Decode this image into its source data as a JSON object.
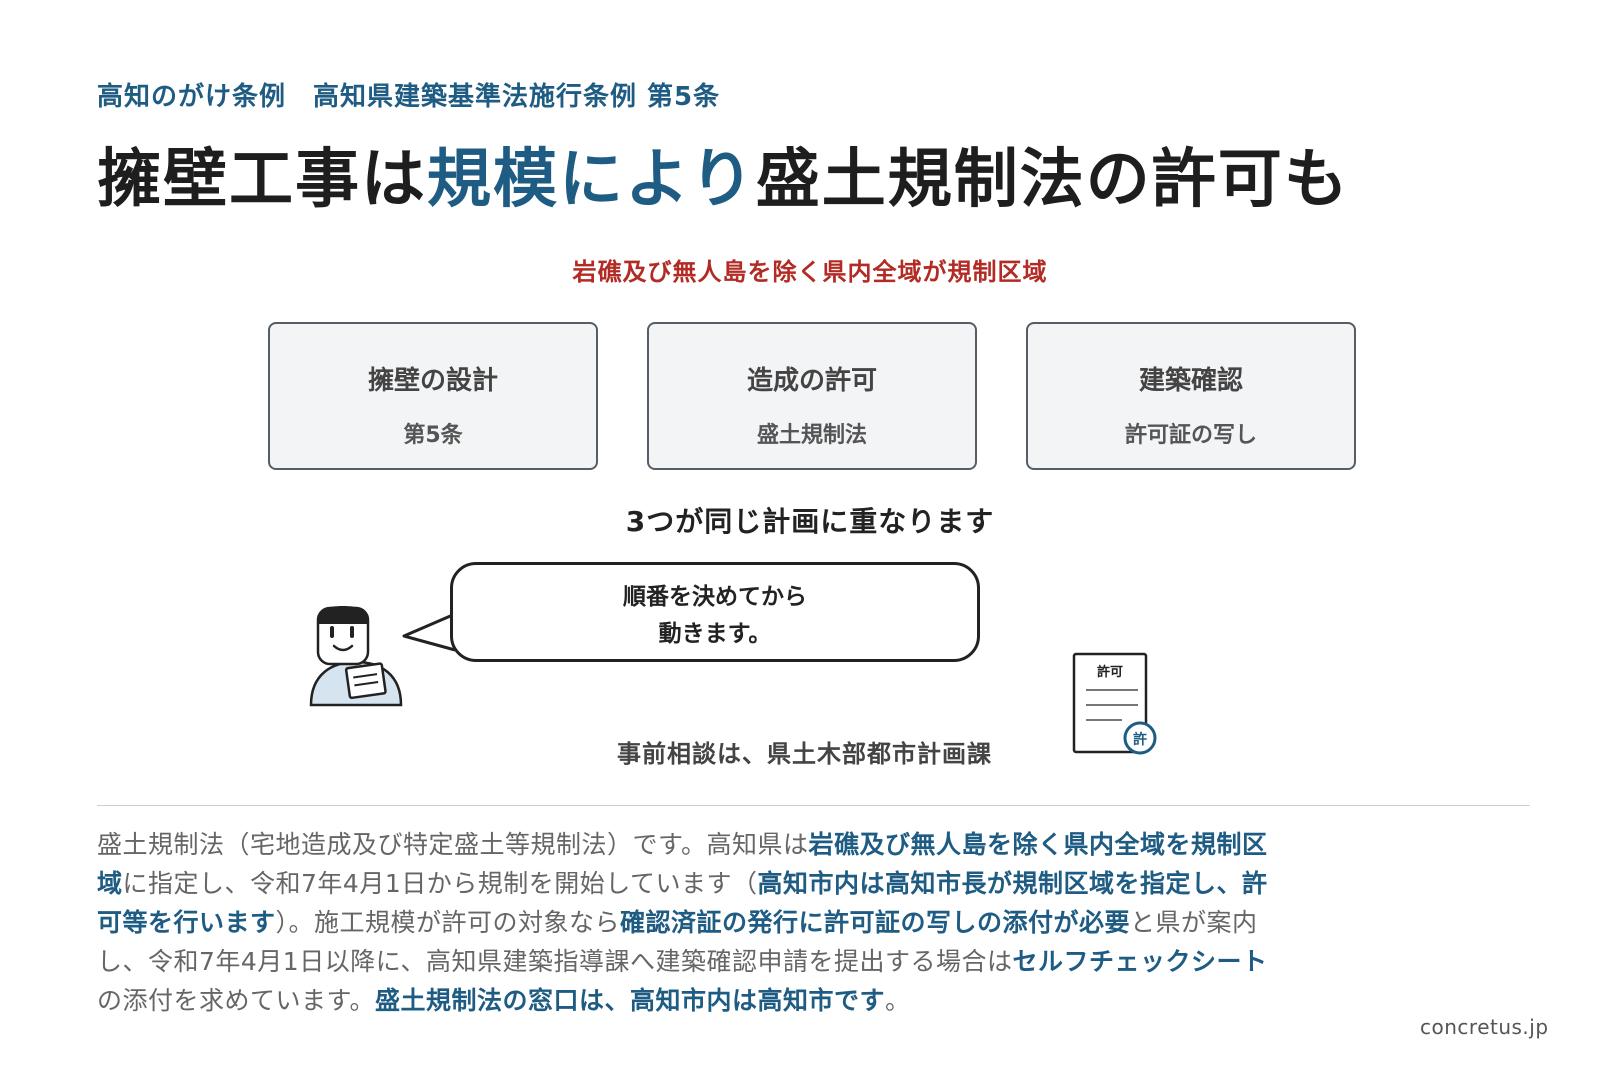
{
  "kicker": "高知のがけ条例　高知県建築基準法施行条例 第5条",
  "headline": {
    "part1": "擁壁工事は",
    "part2": "規模により",
    "part3": "盛土規制法の許可も"
  },
  "region_note": "岩礁及び無人島を除く県内全域が規制区域",
  "cards": [
    {
      "title": "擁壁の設計",
      "sub": "第5条"
    },
    {
      "title": "造成の許可",
      "sub": "盛土規制法"
    },
    {
      "title": "建築確認",
      "sub": "許可証の写し"
    }
  ],
  "overlap_text": "3つが同じ計画に重なります",
  "bubble": {
    "line1": "順番を決めてから",
    "line2": "動きます。"
  },
  "doc_icon": {
    "title": "許可",
    "stamp": "許"
  },
  "consult_text": "事前相談は、県土木部都市計画課",
  "body": {
    "s1": "盛土規制法（宅地造成及び特定盛土等規制法）です。高知県は",
    "b1": "岩礁及び無人島を除く県内全域を規制区域",
    "s2": "に指定し、令和7年4月1日から規制を開始しています（",
    "b2": "高知市内は高知市長が規制区域を指定し、許可等を行います",
    "s3": "）。施工規模が許可の対象なら",
    "b3": "確認済証の発行に許可証の写しの添付が必要",
    "s4": "と県が案内し、令和7年4月1日以降に、高知県建築指導課へ建築確認申請を提出する場合は",
    "b4": "セルフチェックシート",
    "s5": "の添付を求めています。",
    "b5": "盛土規制法の窓口は、高知市内は高知市です",
    "s6": "。"
  },
  "footer": "concretus.jp",
  "colors": {
    "accent": "#1f5c83",
    "alert": "#b22b24",
    "card_bg": "#f3f4f6",
    "card_border": "#555d66"
  },
  "icons": [
    "person-icon",
    "document-icon",
    "stamp-icon"
  ]
}
